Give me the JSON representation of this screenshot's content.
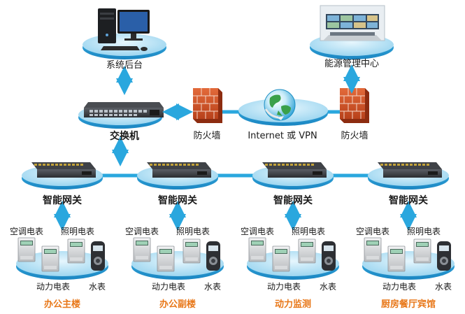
{
  "top": {
    "backend_label": "系统后台",
    "energy_center_label": "能源管理中心"
  },
  "core": {
    "switch_label": "交换机",
    "firewall_left_label": "防火墙",
    "internet_label": "Internet 或 VPN",
    "firewall_right_label": "防火墙"
  },
  "gateways": [
    {
      "label": "智能网关"
    },
    {
      "label": "智能网关"
    },
    {
      "label": "智能网关"
    },
    {
      "label": "智能网关"
    }
  ],
  "meter_groups": [
    {
      "ac_meter": "空调电表",
      "light_meter": "照明电表",
      "power_meter": "动力电表",
      "water_meter": "水表",
      "site": "办公主楼"
    },
    {
      "ac_meter": "空调电表",
      "light_meter": "照明电表",
      "power_meter": "动力电表",
      "water_meter": "水表",
      "site": "办公副楼"
    },
    {
      "ac_meter": "空调电表",
      "light_meter": "照明电表",
      "power_meter": "动力电表",
      "water_meter": "水表",
      "site": "动力监测"
    },
    {
      "ac_meter": "空调电表",
      "light_meter": "照明电表",
      "power_meter": "动力电表",
      "water_meter": "水表",
      "site": "厨房餐厅宾馆"
    }
  ],
  "colors": {
    "link_line": "#2aa7de",
    "platform_top": "#bfe6f7",
    "platform_edge": "#2aa7de",
    "site_label": "#e8781a"
  }
}
